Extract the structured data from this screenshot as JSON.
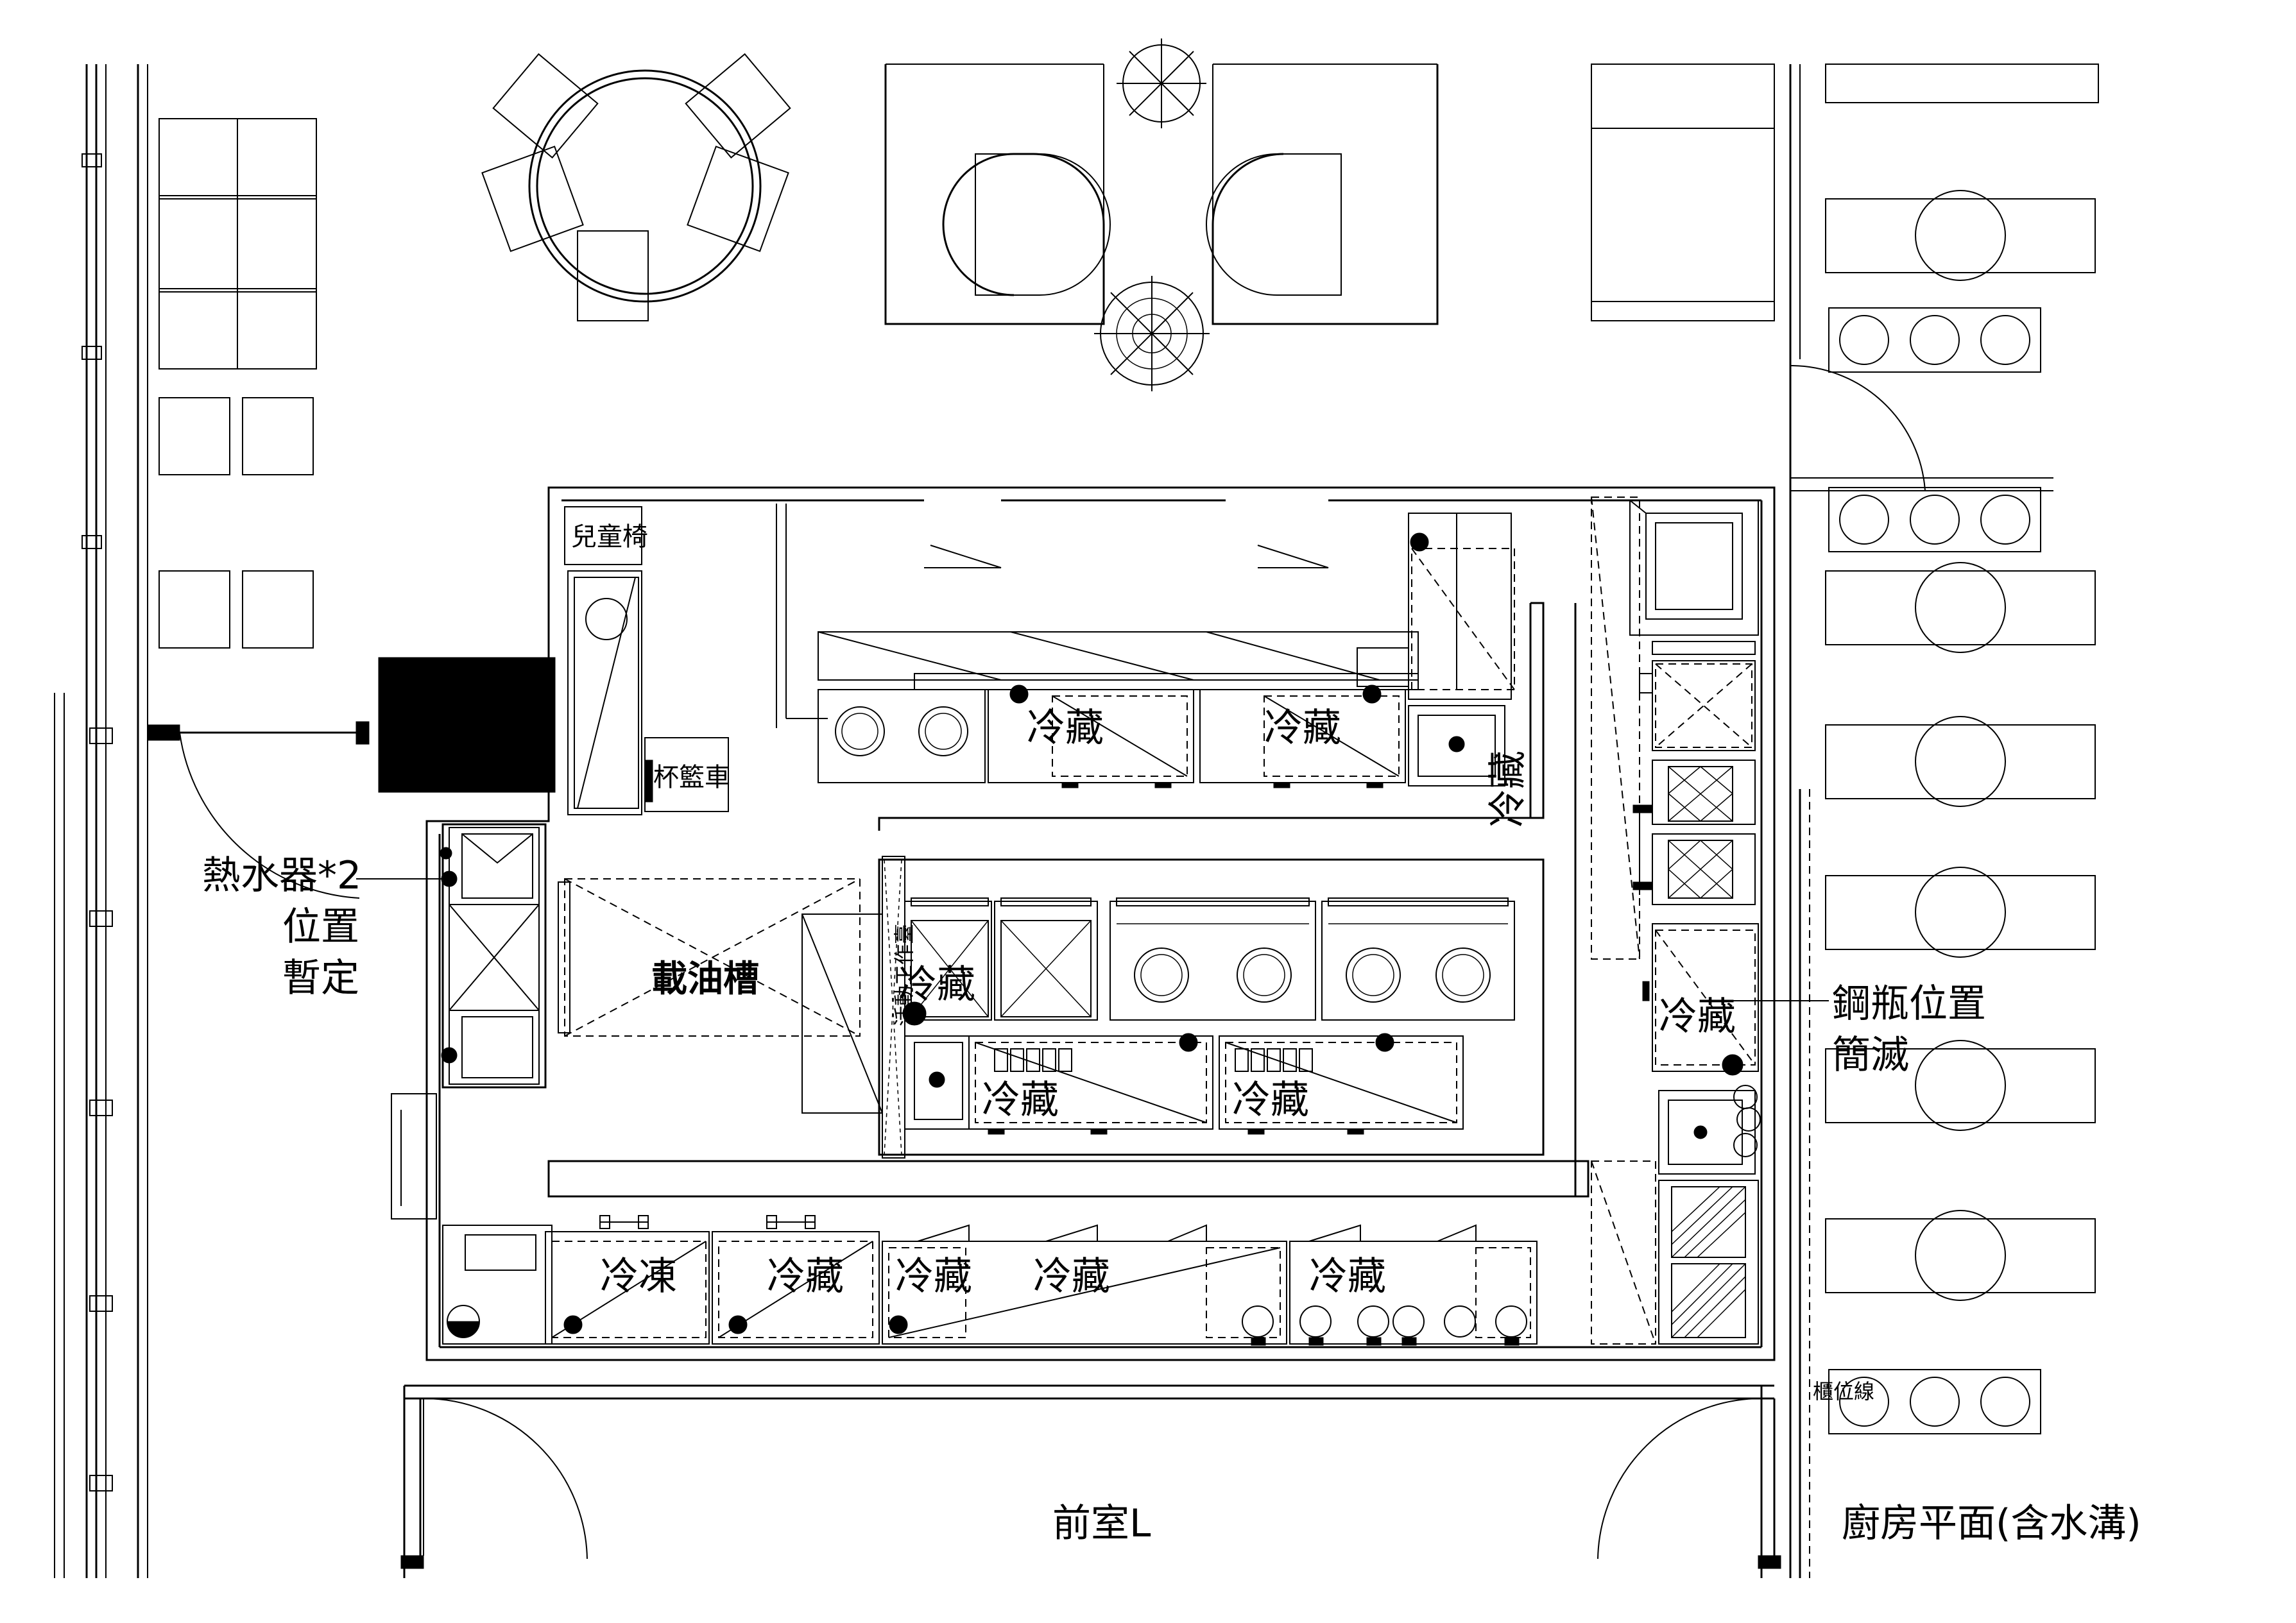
{
  "labels": {
    "child_chair": "兒童椅",
    "cup_basket_cart": "杯籃車",
    "water_heater_line1": "熱水器*2",
    "water_heater_line2": "位置",
    "water_heater_line3": "暫定",
    "oil_tank": "載油槽",
    "mobile_workstation": "活動工作臺",
    "cooler": "冷藏",
    "freezer": "冷凍",
    "gas_cylinder_line1": "鋼瓶位置",
    "gas_cylinder_line2": "簡滅",
    "counter_line": "櫃位線",
    "front_room": "前室L",
    "plan_title": "廚房平面(含水溝)"
  }
}
